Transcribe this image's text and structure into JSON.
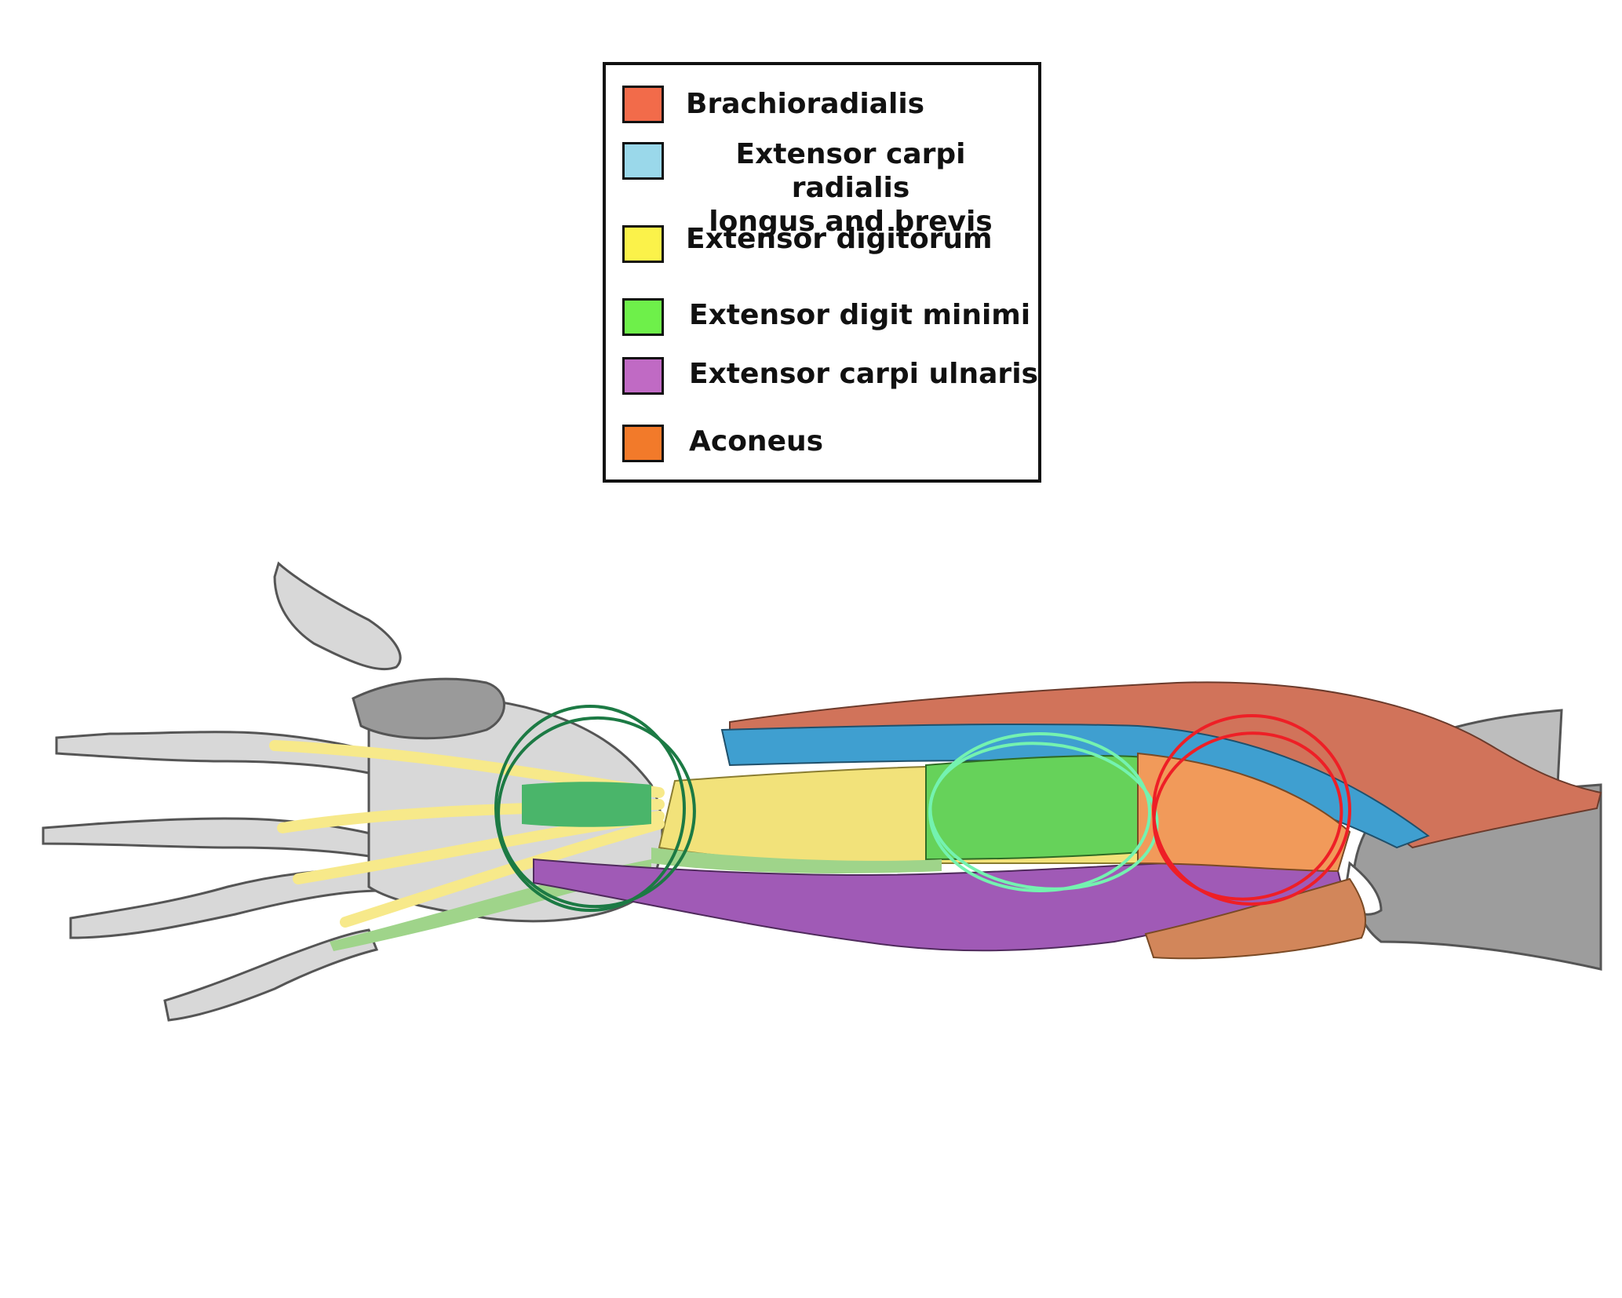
{
  "legend": {
    "items": [
      {
        "label": "Brachioradialis",
        "color": "#f26b4a"
      },
      {
        "label": "Extensor carpi radialis\nlongus and brevis",
        "color": "#9ad8ea"
      },
      {
        "label": "Extensor digitorum",
        "color": "#fbf24a"
      },
      {
        "label": "Extensor digit minimi",
        "color": "#6ef04a"
      },
      {
        "label": "Extensor carpi ulnaris",
        "color": "#c06ac4"
      },
      {
        "label": "Aconeus",
        "color": "#f27a2a"
      }
    ]
  },
  "illustration": {
    "muscle_colors": {
      "brachioradialis": "#d1735a",
      "extensor_carpi_radialis": "#3f9fd0",
      "extensor_digitorum": "#f2e27a",
      "extensor_digiti_minimi": "#66d25a",
      "extensor_carpi_ulnaris": "#a05ab6",
      "anconeus": "#f19a5a"
    },
    "annotation_circle_colors": [
      "#1c7a44",
      "#74f2b0",
      "#ee1f26"
    ]
  }
}
